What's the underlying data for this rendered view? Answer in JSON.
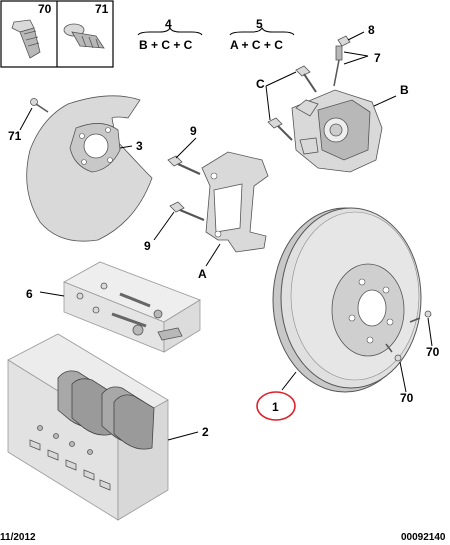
{
  "icons": {
    "box_left_label": "70",
    "box_right_label": "71"
  },
  "groups": {
    "group4": {
      "number": "4",
      "formula": "B + C + C"
    },
    "group5": {
      "number": "5",
      "formula": "A + C + C"
    }
  },
  "labels": {
    "l8": "8",
    "l7": "7",
    "lC": "C",
    "lB": "B",
    "l71": "71",
    "l3": "3",
    "l9a": "9",
    "l9b": "9",
    "lA": "A",
    "l6": "6",
    "l2": "2",
    "l1": "1",
    "l70a": "70",
    "l70b": "70"
  },
  "footer": {
    "date": "11/2012",
    "reference": "00092140"
  },
  "highlight_color": "#e0202a"
}
